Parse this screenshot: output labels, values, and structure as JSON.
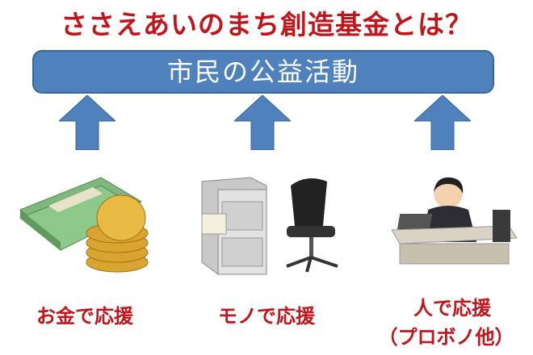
{
  "title": "ささえあいのまち創造基金とは？",
  "banner": "市民の公益活動",
  "supports": [
    {
      "label": "お金で応援",
      "icon": "money-coins-icon"
    },
    {
      "label": "モノで応援",
      "icon": "cabinet-chair-icon"
    },
    {
      "label": "人で応援",
      "sublabel": "（プロボノ他）",
      "icon": "office-worker-icon"
    }
  ],
  "colors": {
    "title": "#c0151b",
    "banner": "#4f81bd",
    "arrow": "#4f81bd"
  }
}
